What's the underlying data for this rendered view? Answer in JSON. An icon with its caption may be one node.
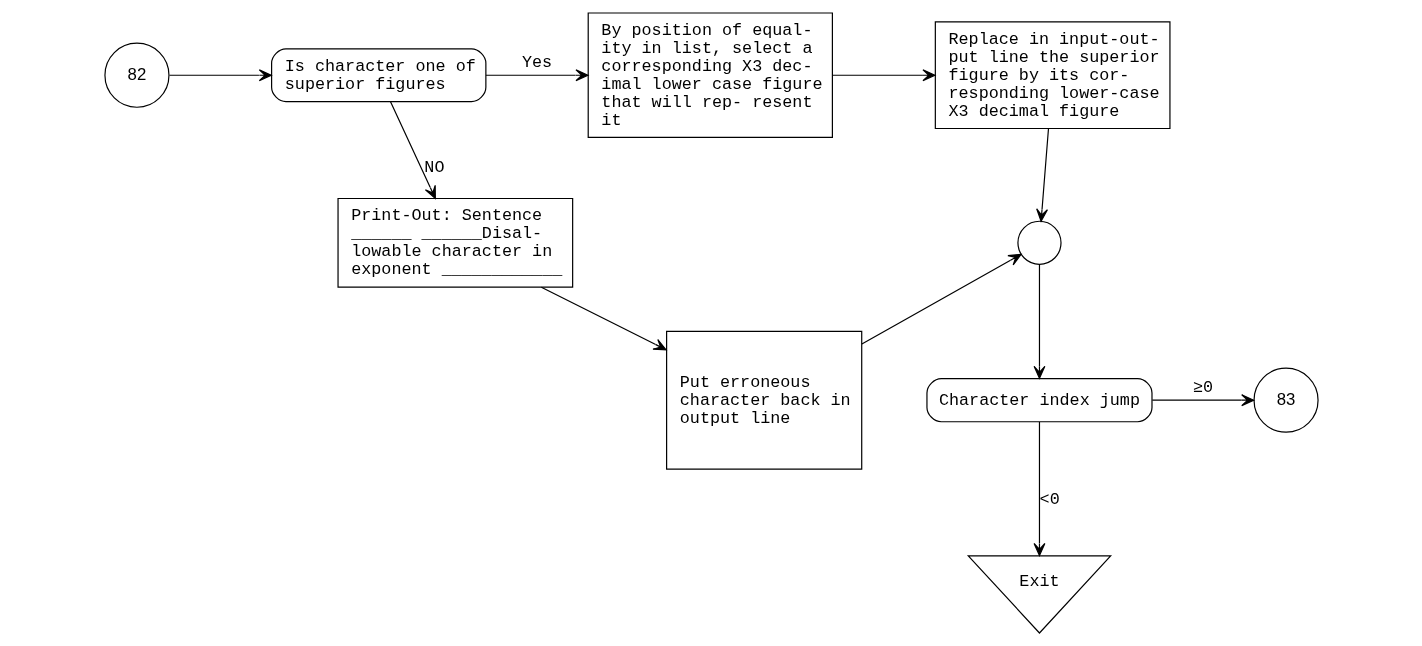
{
  "diagram": {
    "nodes": [
      {
        "text": [
          "82"
        ]
      },
      {
        "text": [
          "Is character one of superior figures"
        ]
      },
      {
        "text": [
          "By position of equal- ity in list, select a corresponding X3 dec- imal lower case figure that will rep- resent it"
        ]
      },
      {
        "text": [
          "Replace in input-out- put line the superior figure by its cor- responding lower-case X3 decimal figure"
        ]
      },
      {
        "text": [
          "Print-Out: Sentence ______ ______Disal- lowable character in exponent ____________"
        ]
      },
      {
        "text": [
          "Put erroneous character back in output line"
        ]
      },
      {
        "text": [],
        "shape": "circle"
      },
      {
        "text": [
          "Character index jump"
        ]
      },
      {
        "text": [
          "83"
        ]
      },
      {
        "text": [
          "Exit"
        ]
      }
    ],
    "edges": [
      {
        "from": 0,
        "to": 1,
        "arrow": "to"
      },
      {
        "from": 1,
        "to": 2,
        "arrow": "to",
        "label": "Yes"
      },
      {
        "from": 1,
        "to": 4,
        "arrow": "to",
        "label": "NO"
      },
      {
        "from": 2,
        "to": 3,
        "arrow": "to"
      },
      {
        "from": 3,
        "to": 6,
        "arrow": "to"
      },
      {
        "from": 4,
        "to": 5,
        "arrow": "to"
      },
      {
        "from": 5,
        "to": 6,
        "arrow": "to"
      },
      {
        "from": 6,
        "to": 7,
        "arrow": "to"
      },
      {
        "from": 7,
        "to": 8,
        "arrow": "to",
        "label": "≥0"
      },
      {
        "from": 7,
        "to": 9,
        "arrow": "to",
        "label": "<0"
      }
    ]
  }
}
